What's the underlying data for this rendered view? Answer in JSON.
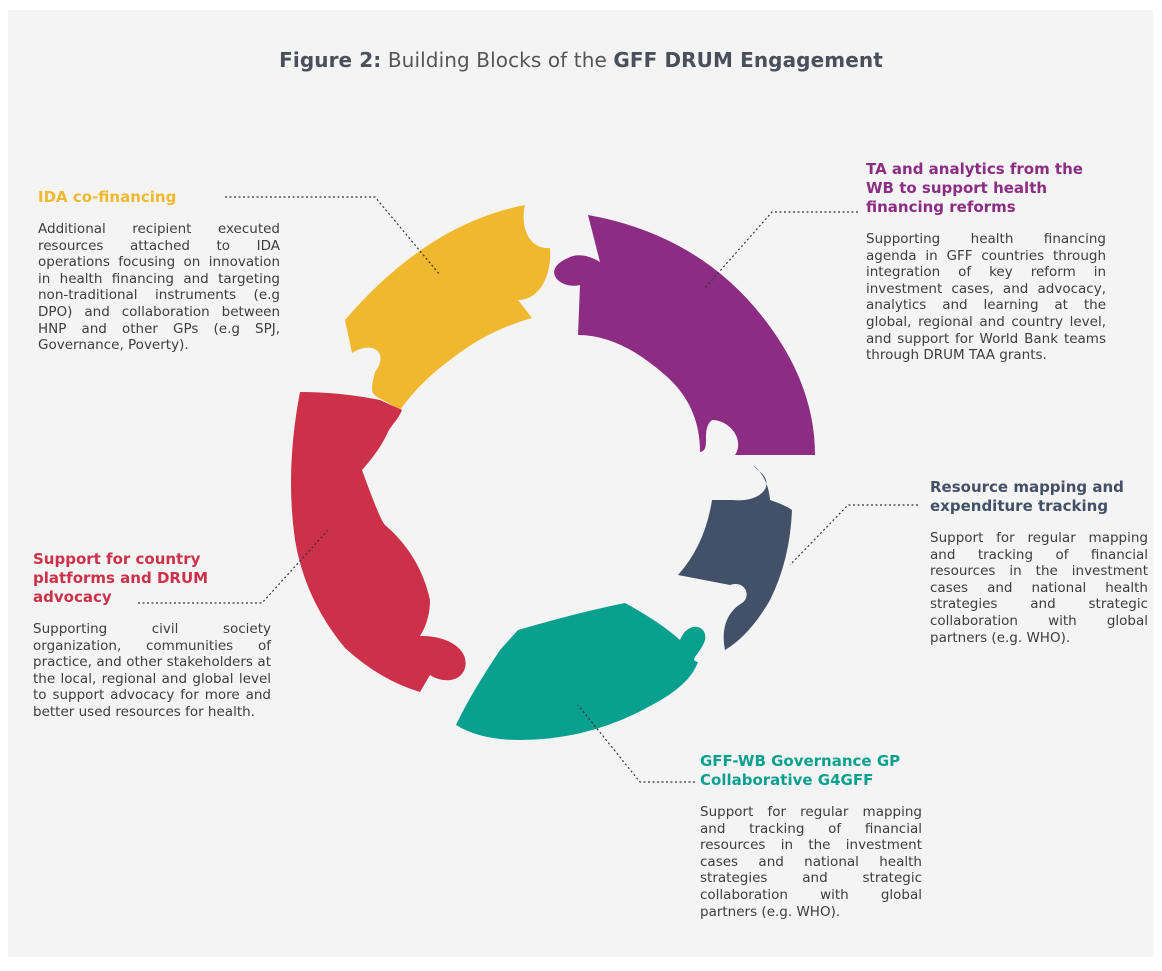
{
  "figure": {
    "label": "Figure 2:",
    "text": "Building Blocks of the",
    "highlight": "GFF DRUM Engagement"
  },
  "colors": {
    "ida": "#f0b82f",
    "ta": "#8c2c83",
    "resource": "#425068",
    "governance": "#0aa08f",
    "country": "#cc3149",
    "connector": "#333333",
    "background": "#f4f4f4"
  },
  "pieces": [
    {
      "id": "ida",
      "color_key": "ida"
    },
    {
      "id": "ta",
      "color_key": "ta"
    },
    {
      "id": "resource",
      "color_key": "resource"
    },
    {
      "id": "governance",
      "color_key": "governance"
    },
    {
      "id": "country",
      "color_key": "country"
    }
  ],
  "blocks": {
    "ida": {
      "heading": "IDA co-financing",
      "body": "Additional recipient executed resources attached to IDA operations focusing on innovation in health financing and targeting non-traditional instruments (e.g DPO) and collaboration between HNP and other GPs (e.g SPJ, Governance, Poverty)."
    },
    "ta": {
      "heading": "TA and analytics from the WB to support health financing reforms",
      "body": "Supporting health financing agenda in GFF countries through integration of key reform in investment cases, and advocacy, analytics and learning at the global, regional and country level, and support for World Bank teams through DRUM TAA grants."
    },
    "resource": {
      "heading": "Resource mapping and expenditure tracking",
      "body": "Support for regular mapping and tracking of financial resources in the investment cases and national health strategies and strategic collaboration with global partners (e.g. WHO)."
    },
    "country": {
      "heading": "Support for country platforms and DRUM advocacy",
      "body": "Supporting civil society organization, communities of practice, and other stakeholders at the local, regional and global level to support advocacy for more and better used resources for health."
    },
    "governance": {
      "heading": "GFF-WB Governance GP Collaborative G4GFF",
      "body": "Support for regular mapping and tracking of financial resources in the investment cases and national health strategies and strategic collaboration with global partners (e.g. WHO)."
    }
  }
}
